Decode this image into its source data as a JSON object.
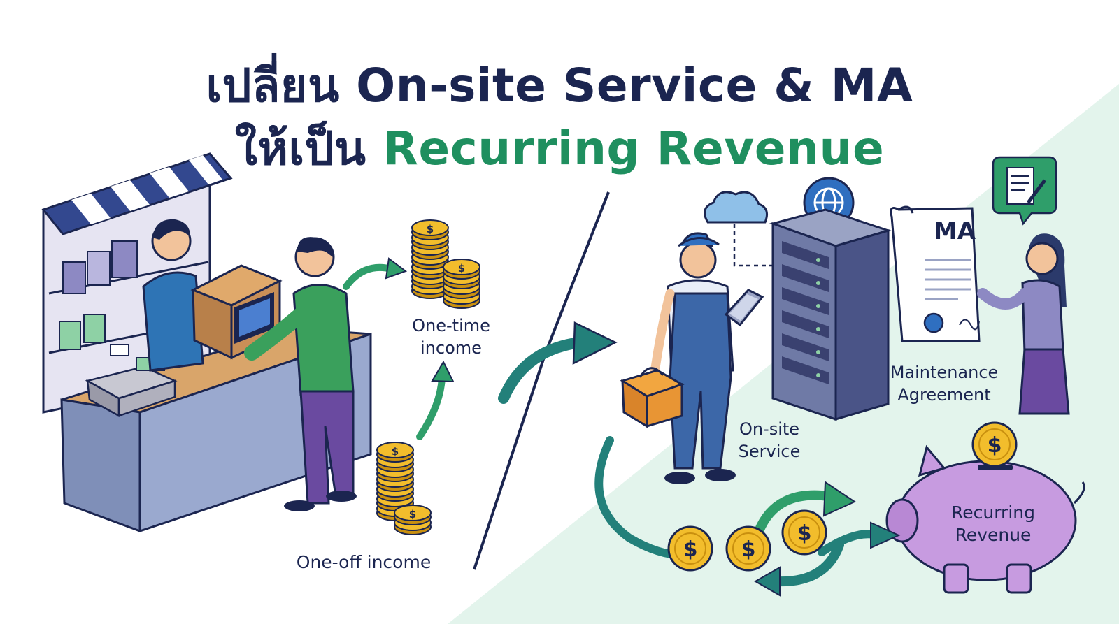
{
  "title": {
    "line1": "เปลี่ยน On-site Service & MA",
    "line2_prefix": "ให้เป็น",
    "line2_highlight": "Recurring Revenue"
  },
  "labels": {
    "one_time_income": "One-time\nincome",
    "one_off_income": "One-off income",
    "on_site_service": "On-site\nService",
    "maintenance_agreement": "Maintenance\nAgreement",
    "ma_document_title": "MA",
    "recurring_revenue": "Recurring\nRevenue"
  },
  "coin_symbol": "$",
  "colors": {
    "title_navy": "#1b2550",
    "title_green": "#1f8f5f",
    "background_mint": "#e3f4ec",
    "arrow_green": "#2f9e6a",
    "arrow_teal": "#23807a",
    "coin_gold": "#f2bd2c",
    "piggy_purple": "#c79be0",
    "awning_navy": "#33488f",
    "shirt_green": "#3aa05c",
    "pants_purple": "#6a4aa0",
    "overalls_blue": "#3c67a8"
  },
  "icons": [
    "storefront-icon",
    "cash-register-icon",
    "computer-monitor-icon",
    "cloud-icon",
    "globe-icon",
    "server-rack-icon",
    "toolbox-icon",
    "tablet-icon",
    "document-edit-icon",
    "seal-icon",
    "piggy-bank-icon"
  ]
}
